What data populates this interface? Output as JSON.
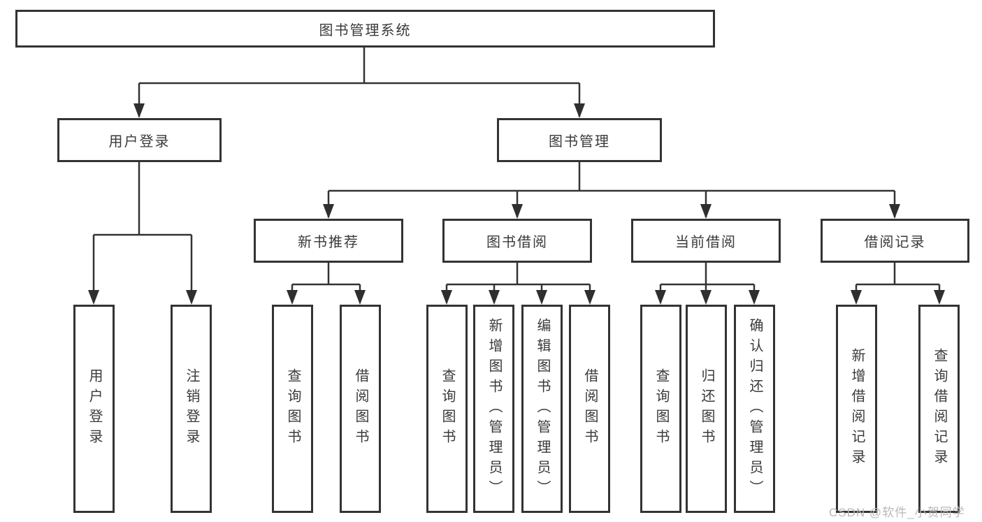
{
  "diagram": {
    "root": {
      "label": "图书管理系统"
    },
    "level2": [
      {
        "label": "用户登录"
      },
      {
        "label": "图书管理"
      }
    ],
    "level3": [
      {
        "label": "新书推荐"
      },
      {
        "label": "图书借阅"
      },
      {
        "label": "当前借阅"
      },
      {
        "label": "借阅记录"
      }
    ],
    "leaves": {
      "user_login": [
        {
          "label": "用户登录"
        },
        {
          "label": "注销登录"
        }
      ],
      "new_book_recommend": [
        {
          "label": "查询图书"
        },
        {
          "label": "借阅图书"
        }
      ],
      "book_borrow": [
        {
          "label": "查询图书"
        },
        {
          "label": "新增图书（管理员）"
        },
        {
          "label": "编辑图书（管理员）"
        },
        {
          "label": "借阅图书"
        }
      ],
      "current_borrow": [
        {
          "label": "查询图书"
        },
        {
          "label": "归还图书"
        },
        {
          "label": "确认归还（管理员）"
        }
      ],
      "borrow_records": [
        {
          "label": "新增借阅记录"
        },
        {
          "label": "查询借阅记录"
        }
      ]
    },
    "watermark": "CSDN @软件_小贺同学",
    "colors": {
      "line": "#333333",
      "text": "#3a3a3a",
      "box_background": "#ffffff",
      "page_background": "#ffffff",
      "watermark": "#b9b9b9"
    }
  }
}
